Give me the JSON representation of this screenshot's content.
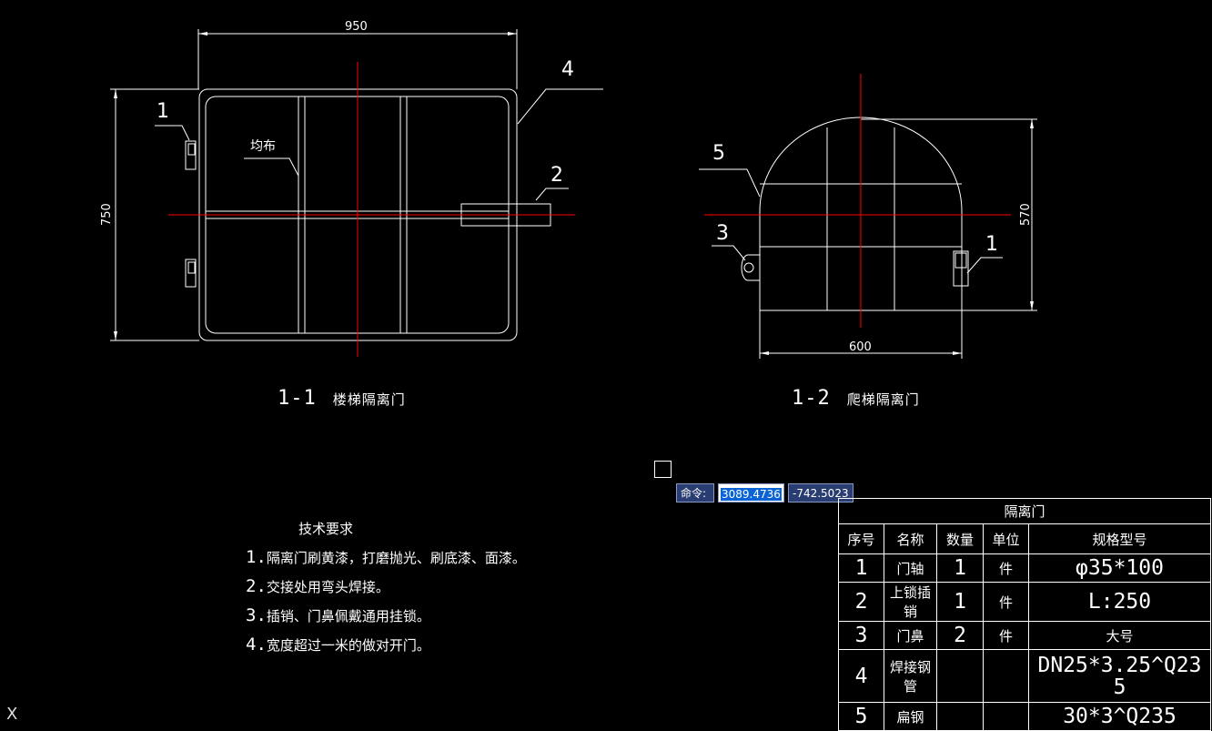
{
  "drawing": {
    "view1": {
      "label_num": "1-1",
      "label_name": "楼梯隔离门",
      "dim_width": "950",
      "dim_height": "750",
      "leader_1": "1",
      "leader_2": "2",
      "leader_4": "4",
      "note_uniform": "均布"
    },
    "view2": {
      "label_num": "1-2",
      "label_name": "爬梯隔离门",
      "dim_width": "600",
      "dim_height": "570",
      "leader_1": "1",
      "leader_3": "3",
      "leader_5": "5"
    }
  },
  "tech_requirements": {
    "title": "技术要求",
    "items": [
      {
        "num": "1.",
        "text": "隔离门刷黄漆，打磨抛光、刷底漆、面漆。"
      },
      {
        "num": "2.",
        "text": "交接处用弯头焊接。"
      },
      {
        "num": "3.",
        "text": "插销、门鼻佩戴通用挂锁。"
      },
      {
        "num": "4.",
        "text": "宽度超过一米的做对开门。"
      }
    ]
  },
  "command_line": {
    "label": "命令:",
    "x_value": "3089.4736",
    "y_value": "-742.5023"
  },
  "bom": {
    "title": "隔离门",
    "headers": [
      "序号",
      "名称",
      "数量",
      "单位",
      "规格型号"
    ],
    "rows": [
      {
        "no": "1",
        "name": "门轴",
        "qty": "1",
        "unit": "件",
        "spec": "φ35*100"
      },
      {
        "no": "2",
        "name": "上锁插销",
        "qty": "1",
        "unit": "件",
        "spec": "L:250"
      },
      {
        "no": "3",
        "name": "门鼻",
        "qty": "2",
        "unit": "件",
        "spec": "大号"
      },
      {
        "no": "4",
        "name": "焊接钢管",
        "qty": "",
        "unit": "",
        "spec": "DN25*3.25^Q235"
      },
      {
        "no": "5",
        "name": "扁钢",
        "qty": "",
        "unit": "",
        "spec": "30*3^Q235"
      }
    ]
  },
  "ucs_icon": "X",
  "colors": {
    "background": "#000000",
    "geometry": "#ffffff",
    "centerline": "#ff0000",
    "command_bg": "#2a3d72",
    "selection": "#0a64d6"
  }
}
